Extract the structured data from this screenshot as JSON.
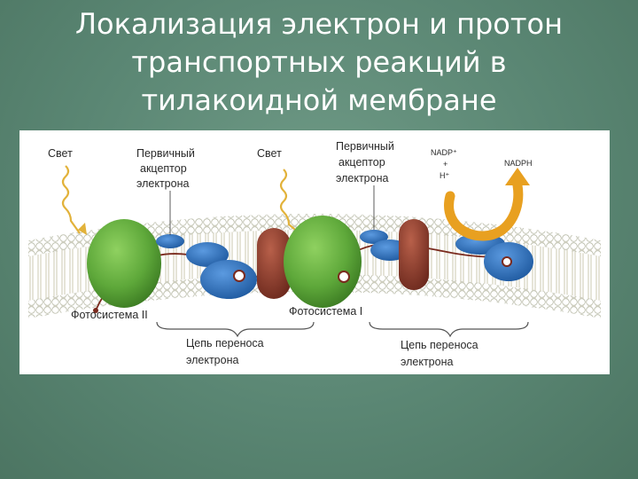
{
  "slide": {
    "title_lines": [
      "Локализация электрон и протон",
      "транспортных реакций в",
      "тилакоидной мембране"
    ]
  },
  "diagram": {
    "light_left": "Свет",
    "light_right": "Свет",
    "acceptor_left": [
      "Первичный",
      "акцептор",
      "электрона"
    ],
    "acceptor_right": [
      "Первичный",
      "акцептор",
      "электрона"
    ],
    "nadp_plus": "NADP⁺",
    "plus_sign": "+",
    "h_plus": "H⁺",
    "nadph": "NADPH",
    "photosystem_2": "Фотосистема II",
    "photosystem_1": "Фотосистема I",
    "chain_left": [
      "Цепь переноса",
      "электрона"
    ],
    "chain_right": [
      "Цепь переноса",
      "электрона"
    ]
  },
  "colors": {
    "background": "#5a8673",
    "photosystem_green": "#5ea83a",
    "carrier_blue": "#2f6fb8",
    "cytochrome_brown": "#8b3a2c",
    "arrow_orange": "#e8a020",
    "membrane_head": "#ffffff",
    "light_wave": "#e2b23a"
  }
}
